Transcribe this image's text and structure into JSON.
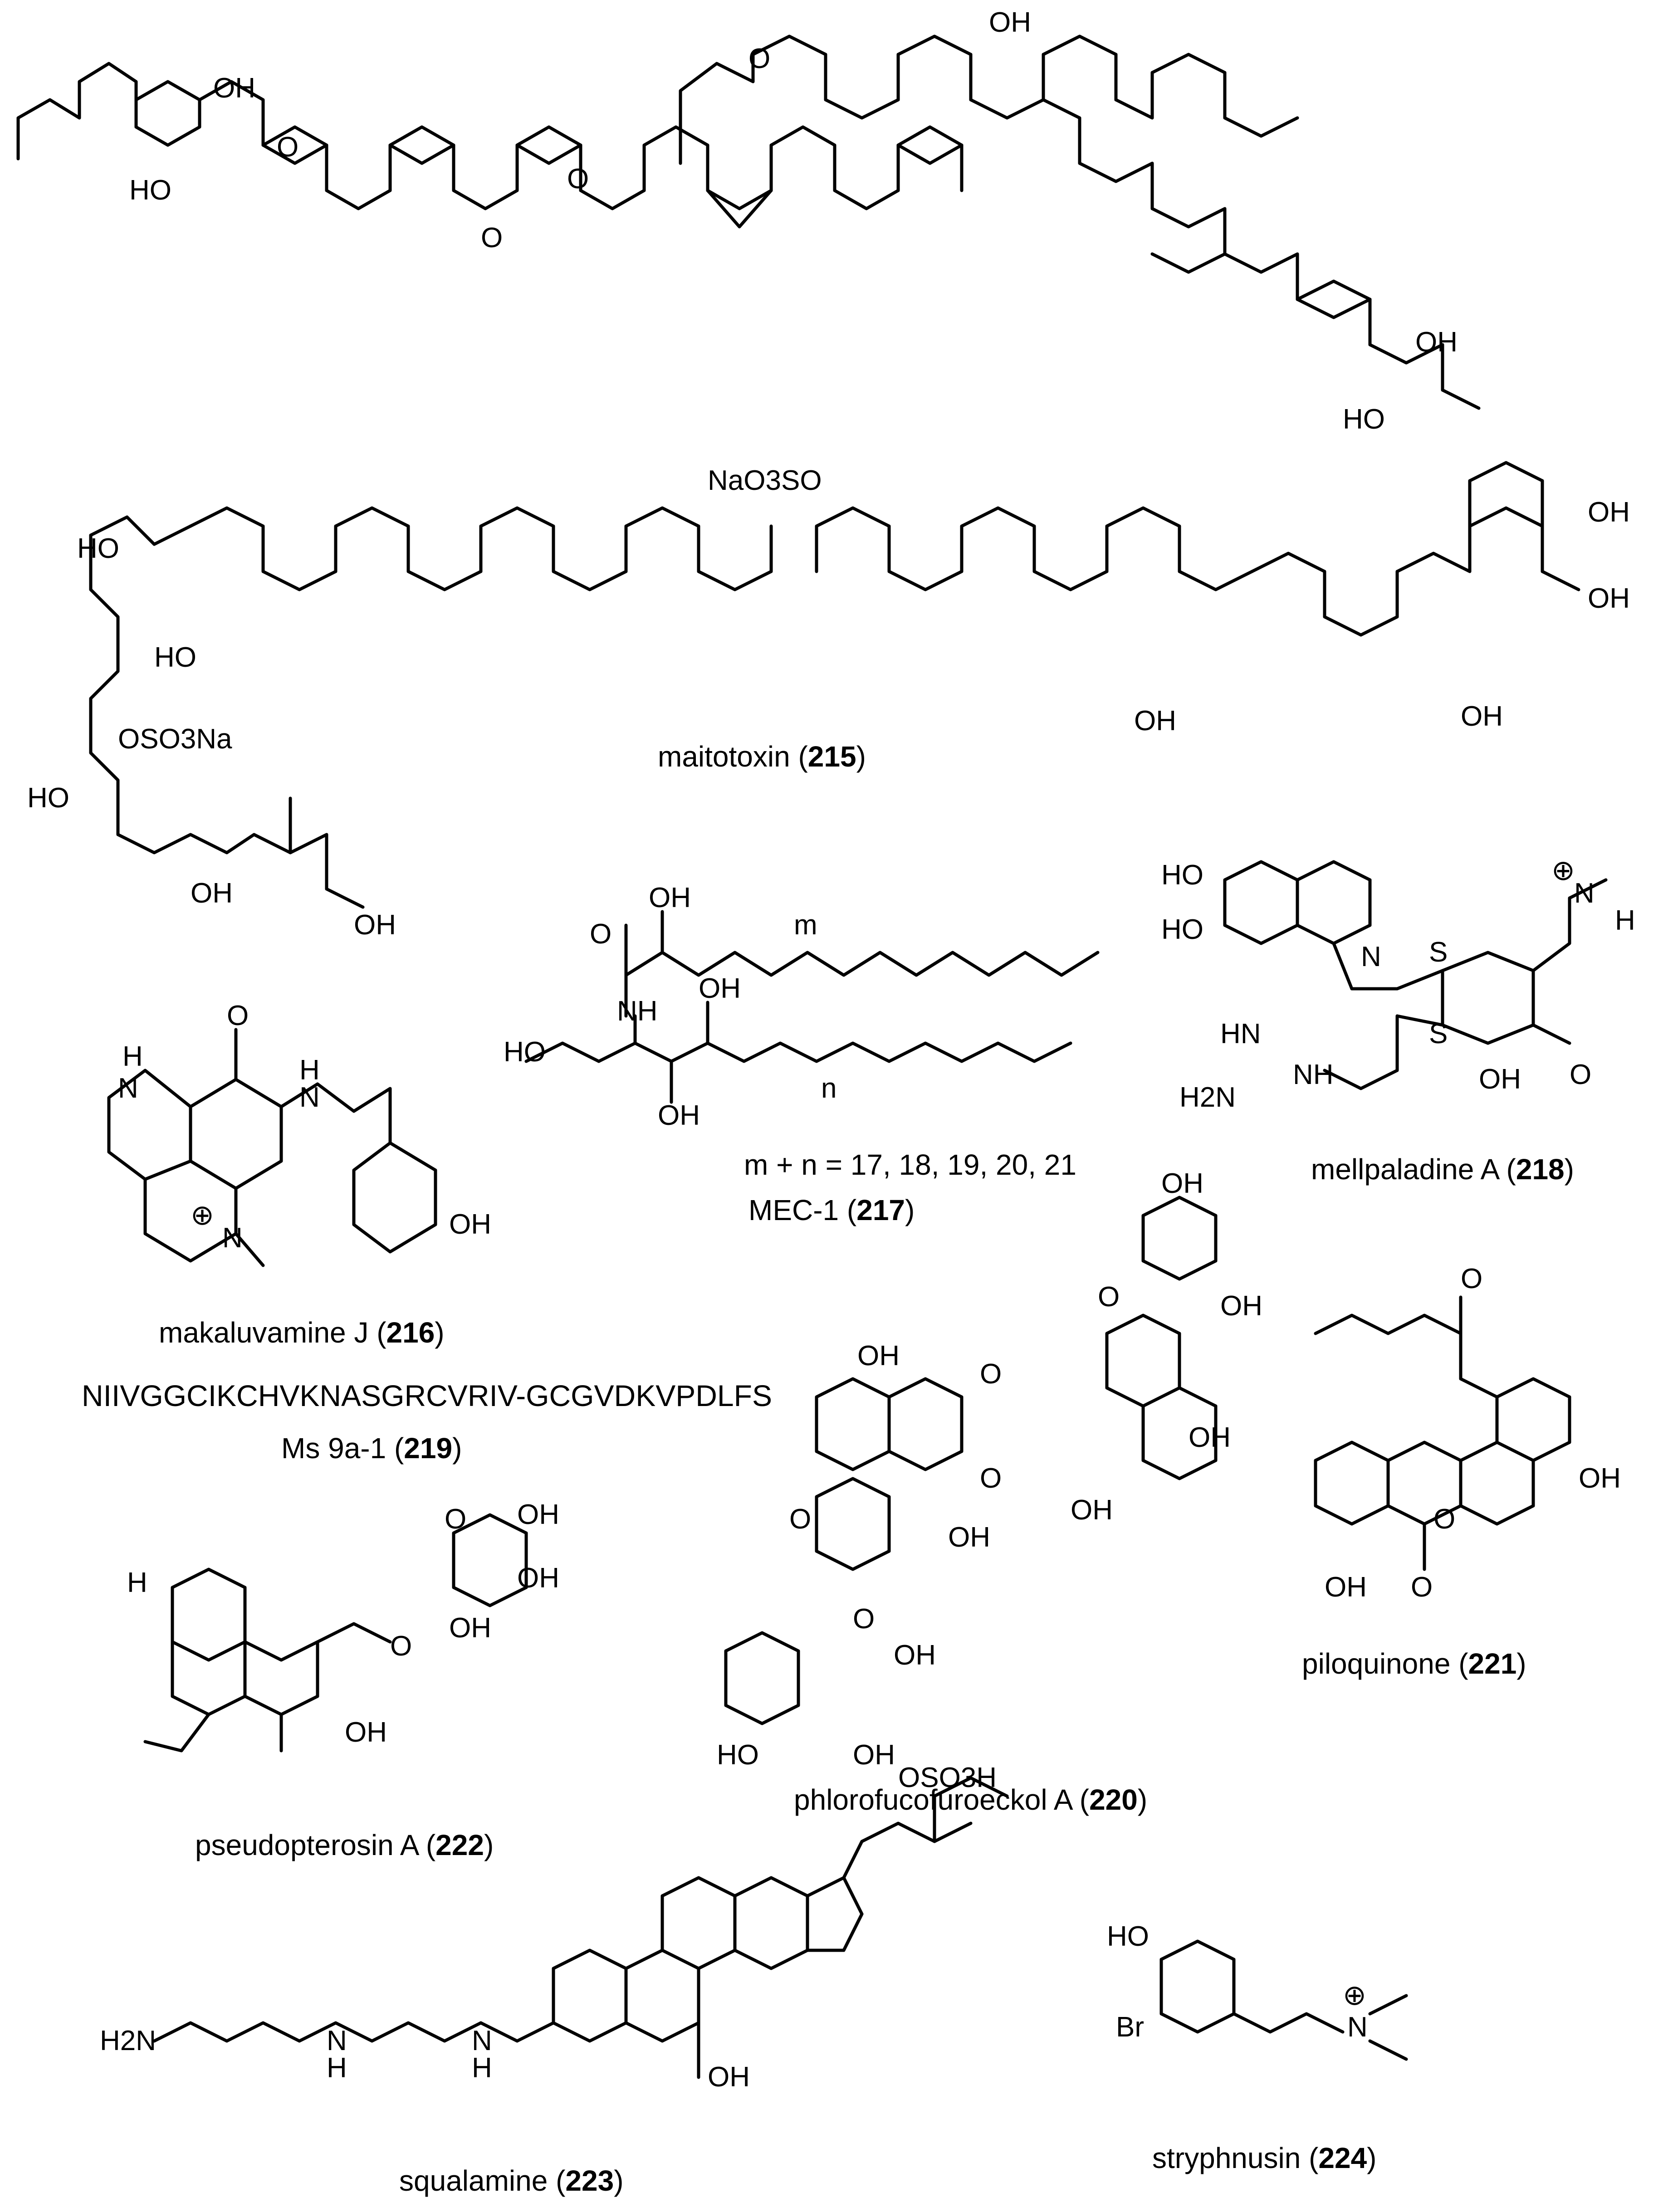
{
  "compounds": [
    {
      "id": "215",
      "name": "maitotoxin"
    },
    {
      "id": "216",
      "name": "makaluvamine J"
    },
    {
      "id": "217",
      "name": "MEC-1",
      "note": "m + n = 17, 18, 19, 20, 21"
    },
    {
      "id": "218",
      "name": "mellpaladine A"
    },
    {
      "id": "219",
      "name": "Ms 9a-1",
      "sequence": "NIIVGGCIKCHVKNASGRCVRIV-GCGVDKVPDLFS"
    },
    {
      "id": "220",
      "name": "phlorofucofuroeckol A"
    },
    {
      "id": "221",
      "name": "piloquinone"
    },
    {
      "id": "222",
      "name": "pseudopterosin A"
    },
    {
      "id": "223",
      "name": "squalamine"
    },
    {
      "id": "224",
      "name": "stryphnusin"
    }
  ],
  "atom_labels": {
    "oh": "OH",
    "ho": "HO",
    "o": "O",
    "h": "H",
    "n": "N",
    "s": "S",
    "nh": "NH",
    "hn": "HN",
    "h2n": "H2N",
    "br": "Br",
    "osulfnA": "OSO3Na",
    "naOsulf": "NaO3SO",
    "osulfH": "OSO3H",
    "m": "m",
    "nsub": "n",
    "plus": "⊕"
  }
}
